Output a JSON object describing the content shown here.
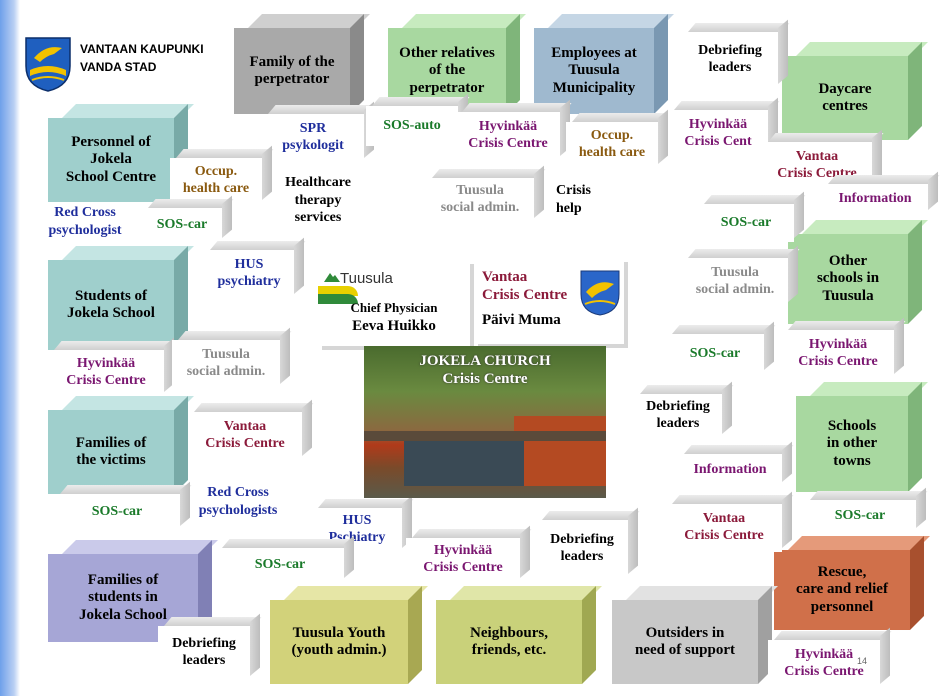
{
  "header": {
    "org_line1": "VANTAAN KAUPUNKI",
    "org_line2": "VANDA STAD"
  },
  "center": {
    "church_title_line1": "JOKELA CHURCH",
    "church_title_line2": "Crisis Centre",
    "tuusula_logo": "Tuusula",
    "tuusula_role": "Chief Physician",
    "tuusula_name": "Eeva Huikko",
    "vantaa_line1": "Vantaa",
    "vantaa_line2": "Crisis Centre",
    "vantaa_name": "Päivi Muma"
  },
  "colored_boxes": {
    "family_perpetrator": [
      "Family of the",
      "perpetrator"
    ],
    "other_relatives": [
      "Other relatives",
      "of the",
      "perpetrator"
    ],
    "employees": [
      "Employees at",
      "Tuusula",
      "Municipality"
    ],
    "daycare": [
      "Daycare",
      "centres"
    ],
    "personnel": [
      "Personnel of",
      "Jokela",
      "School Centre"
    ],
    "students": [
      "Students of",
      "Jokela School"
    ],
    "families_victims": [
      "Families of",
      "the victims"
    ],
    "families_students": [
      "Families of",
      "students in",
      "Jokela School"
    ],
    "other_schools": [
      "Other",
      "schools in",
      "Tuusula"
    ],
    "schools_other_towns": [
      "Schools",
      "in other",
      "towns"
    ],
    "rescue": [
      "Rescue,",
      "care and relief",
      "personnel"
    ],
    "tuusula_youth": [
      "Tuusula Youth",
      "(youth admin.)"
    ],
    "neighbours": [
      "Neighbours,",
      "friends, etc."
    ],
    "outsiders": [
      "Outsiders in",
      "need of support"
    ]
  },
  "support_boxes": {
    "debriefing_top": [
      "Debriefing",
      "leaders"
    ],
    "spr": [
      "SPR",
      "psykologit"
    ],
    "sos_auto": [
      "SOS-auto"
    ],
    "hyvinkaa_top": [
      "Hyvinkää",
      "Crisis Centre"
    ],
    "occup_top": [
      "Occup.",
      "health care"
    ],
    "hyvinkaa_top2": [
      "Hyvinkää",
      "Crisis Cent"
    ],
    "vantaa_right": [
      "Vantaa",
      "Crisis Centre"
    ],
    "information_right": [
      "Information"
    ],
    "occup_left": [
      "Occup.",
      "health care"
    ],
    "healthcare": [
      "Healthcare",
      "therapy",
      "services"
    ],
    "tuusula_social_top": [
      "Tuusula",
      "social admin."
    ],
    "crisis_help": [
      "Crisis",
      "help"
    ],
    "red_cross_left": [
      "Red Cross",
      "psychologist"
    ],
    "sos_car_left": [
      "SOS-car"
    ],
    "sos_car_right1": [
      "SOS-car"
    ],
    "hus_psychiatry": [
      "HUS",
      "psychiatry"
    ],
    "tuusula_social_right": [
      "Tuusula",
      "social admin."
    ],
    "hyvinkaa_left": [
      "Hyvinkää",
      "Crisis Centre"
    ],
    "tuusula_social_left": [
      "Tuusula",
      "social admin."
    ],
    "sos_car_right2": [
      "SOS-car"
    ],
    "hyvinkaa_right": [
      "Hyvinkää",
      "Crisis Centre"
    ],
    "vantaa_left": [
      "Vantaa",
      "Crisis Centre"
    ],
    "debriefing_mid": [
      "Debriefing",
      "leaders"
    ],
    "information_mid": [
      "Information"
    ],
    "sos_car_bottom_left": [
      "SOS-car"
    ],
    "red_cross_bottom": [
      "Red Cross",
      "psychologists"
    ],
    "hus_pschiatry": [
      "HUS",
      "Pschiatry"
    ],
    "debriefing_bottom": [
      "Debriefing",
      "leaders"
    ],
    "vantaa_bottom": [
      "Vantaa",
      "Crisis Centre"
    ],
    "sos_car_bottom_right": [
      "SOS-car"
    ],
    "sos_car_bottom_mid": [
      "SOS-car"
    ],
    "hyvinkaa_bottom": [
      "Hyvinkää",
      "Crisis Centre"
    ],
    "debriefing_corner": [
      "Debriefing",
      "leaders"
    ],
    "hyvinkaa_corner": [
      "Hyvinkää",
      "Crisis Centre"
    ]
  },
  "page_number": "14",
  "colors": {
    "gray_box": "#a9a9a9",
    "green_box": "#a8d8a0",
    "blue_box": "#9fb9cf",
    "teal_box": "#9fcfcc",
    "lavender_box": "#a6a6d6",
    "khaki_box": "#d2d27a",
    "olive_box": "#c9d17a",
    "silver_box": "#c8c8c8",
    "orange_box": "#d0704a"
  }
}
